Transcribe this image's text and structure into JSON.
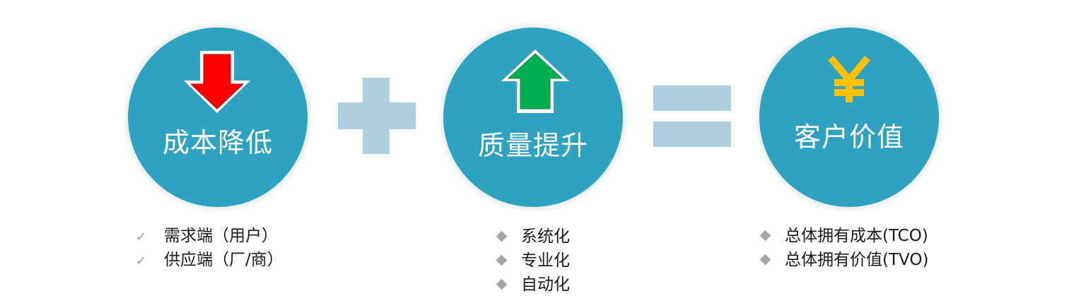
{
  "circles": {
    "cost": {
      "label": "成本降低",
      "icon": "down-arrow-icon",
      "icon_color": "#ff0000"
    },
    "quality": {
      "label": "质量提升",
      "icon": "up-arrow-icon",
      "icon_color": "#00b050"
    },
    "value": {
      "label": "客户价值",
      "icon": "yen-icon",
      "icon_text": "¥",
      "icon_color": "#ffc000"
    }
  },
  "operators": {
    "plus": "plus-sign",
    "equals": "equals-sign"
  },
  "colors": {
    "circle_fill": "#2fa2c1",
    "operator_fill": "#aecfdd",
    "bullet": "#a6a6a6"
  },
  "lists": {
    "cost": {
      "bullet": "✓",
      "items": [
        "需求端（用户）",
        "供应端（厂/商）"
      ]
    },
    "quality": {
      "items": [
        "系统化",
        "专业化",
        "自动化"
      ]
    },
    "value": {
      "items": [
        "总体拥有成本(TCO)",
        "总体拥有价值(TVO)"
      ]
    }
  }
}
